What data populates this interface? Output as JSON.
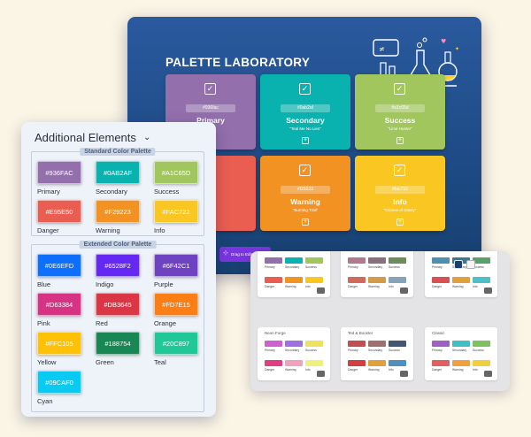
{
  "lab": {
    "title": "PALETTE LABORATORY",
    "cards": [
      {
        "name": "Primary",
        "hex": "#936fac",
        "sub": "",
        "color": "#936FAC"
      },
      {
        "name": "Secondary",
        "hex": "#0ab2af",
        "sub": "\"Teal Me No Lies\"",
        "color": "#0AB2AF"
      },
      {
        "name": "Success",
        "hex": "#a1c65d",
        "sub": "\"Lime Hunter\"",
        "color": "#A1C65D"
      },
      {
        "name": "",
        "hex": "",
        "sub": "",
        "color": "#E95E50"
      },
      {
        "name": "Warning",
        "hex": "#f29223",
        "sub": "\"Burning Trail\"",
        "color": "#F29223"
      },
      {
        "name": "Info",
        "hex": "#fac722",
        "sub": "\"Groove of Sanity\"",
        "color": "#FAC722"
      }
    ],
    "drag_button": "Drag to Edit Mode",
    "colors": {
      "accent": "#7B35E0",
      "bg": "#1E4B86"
    }
  },
  "toggles": [
    {
      "color": "#1d3f6e"
    },
    {
      "color": "#f4f4f4"
    }
  ],
  "themes": {
    "cards": [
      {
        "name": "",
        "swatches": [
          "#936FAC",
          "#0AB2AF",
          "#A1C65D",
          "#E95E50",
          "#F29223",
          "#FAC722"
        ],
        "labels": [
          "Primary",
          "Secondary",
          "Success",
          "Danger",
          "Warning",
          "Info"
        ]
      },
      {
        "name": "",
        "swatches": [
          "#b07a8c",
          "#8a6f7c",
          "#6d8c5a",
          "#d06a5a",
          "#d49a4a",
          "#86a3b8"
        ],
        "labels": [
          "Primary",
          "Secondary",
          "Success",
          "Danger",
          "Warning",
          "Info"
        ]
      },
      {
        "name": "",
        "swatches": [
          "#4f8fb0",
          "#3a7a8a",
          "#5aa06a",
          "#d95050",
          "#e0a040",
          "#4fc0c8"
        ],
        "labels": [
          "Primary",
          "Secondary",
          "Success",
          "Danger",
          "Warning",
          "Info"
        ]
      },
      {
        "name": "Neon Forge",
        "swatches": [
          "#d060d0",
          "#a070e0",
          "#f0e060",
          "#e04080",
          "#f0a0c0",
          "#f0f080"
        ],
        "labels": [
          "Primary",
          "Secondary",
          "Success",
          "Danger",
          "Warning",
          "Info"
        ]
      },
      {
        "name": "Ted & Booster",
        "swatches": [
          "#c05050",
          "#a07070",
          "#405870",
          "#d04040",
          "#e0a040",
          "#5090c0"
        ],
        "labels": [
          "Primary",
          "Secondary",
          "Success",
          "Danger",
          "Warning",
          "Info"
        ]
      },
      {
        "name": "Classic",
        "swatches": [
          "#a060c0",
          "#40c0c0",
          "#80c060",
          "#e06060",
          "#f0a040",
          "#f0d040"
        ],
        "labels": [
          "Primary",
          "Secondary",
          "Success",
          "Danger",
          "Warning",
          "Info"
        ]
      }
    ]
  },
  "additional": {
    "title": "Additional Elements",
    "standard": {
      "label": "Standard Color Palette",
      "items": [
        {
          "hex": "#936FAC",
          "name": "Primary"
        },
        {
          "hex": "#0AB2AF",
          "name": "Secondary"
        },
        {
          "hex": "#A1C65D",
          "name": "Success"
        },
        {
          "hex": "#E95E50",
          "name": "Danger"
        },
        {
          "hex": "#F29223",
          "name": "Warning"
        },
        {
          "hex": "#FAC722",
          "name": "Info"
        }
      ]
    },
    "extended": {
      "label": "Extended Color Palette",
      "items": [
        {
          "hex": "#0E6EFD",
          "name": "Blue"
        },
        {
          "hex": "#6528F2",
          "name": "Indigo"
        },
        {
          "hex": "#6F42C1",
          "name": "Purple"
        },
        {
          "hex": "#D63384",
          "name": "Pink"
        },
        {
          "hex": "#DB3645",
          "name": "Red"
        },
        {
          "hex": "#FD7E15",
          "name": "Orange"
        },
        {
          "hex": "#FFC105",
          "name": "Yellow"
        },
        {
          "hex": "#188754",
          "name": "Green"
        },
        {
          "hex": "#20C897",
          "name": "Teal"
        },
        {
          "hex": "#09CAF0",
          "name": "Cyan"
        }
      ]
    }
  }
}
